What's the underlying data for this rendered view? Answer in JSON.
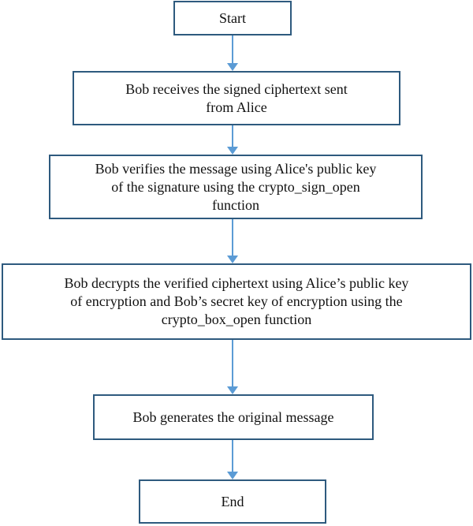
{
  "flowchart": {
    "start": "Start",
    "step1": [
      "Bob receives the signed ciphertext sent",
      "from Alice"
    ],
    "step2": [
      "Bob verifies the message using Alice's public key",
      "of the signature using the crypto_sign_open",
      "function"
    ],
    "step3": [
      "Bob decrypts the verified ciphertext using Alice’s public key",
      "of encryption and Bob’s secret key of encryption using the",
      "crypto_box_open function"
    ],
    "step4": "Bob generates the original message",
    "end": "End"
  },
  "colors": {
    "box_border": "#2e5a7e",
    "arrow": "#5b9bd5"
  }
}
